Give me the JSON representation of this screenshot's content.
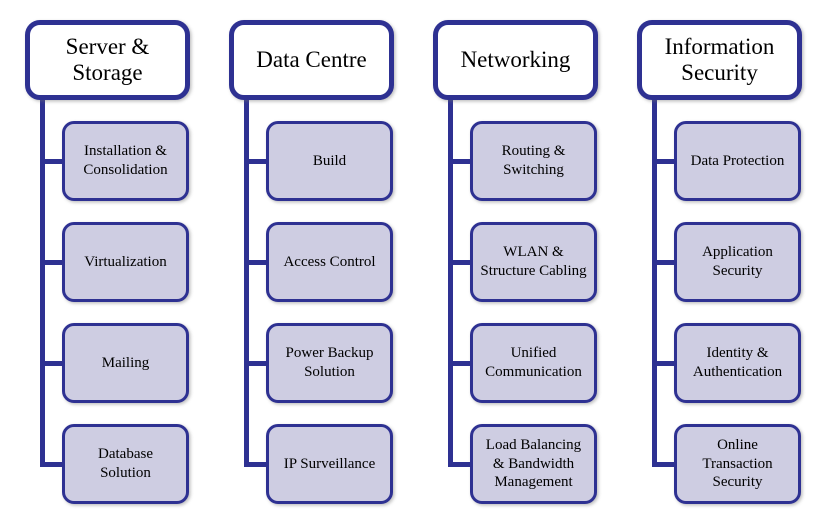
{
  "diagram": {
    "type": "hierarchy",
    "colors": {
      "border": "#2E3192",
      "header_fill": "#FFFFFF",
      "child_fill": "#CECDE2",
      "text": "#000000",
      "background": "#FFFFFF"
    },
    "columns": [
      {
        "title": "Server & Storage",
        "items": [
          "Installation & Consolidation",
          "Virtualization",
          "Mailing",
          "Database Solution"
        ]
      },
      {
        "title": "Data Centre",
        "items": [
          "Build",
          "Access Control",
          "Power Backup Solution",
          "IP Surveillance"
        ]
      },
      {
        "title": "Networking",
        "items": [
          "Routing & Switching",
          "WLAN & Structure Cabling",
          "Unified Communication",
          "Load Balancing & Bandwidth Management"
        ]
      },
      {
        "title": "Information Security",
        "items": [
          "Data Protection",
          "Application Security",
          "Identity & Authentication",
          "Online Transaction Security"
        ]
      }
    ]
  }
}
